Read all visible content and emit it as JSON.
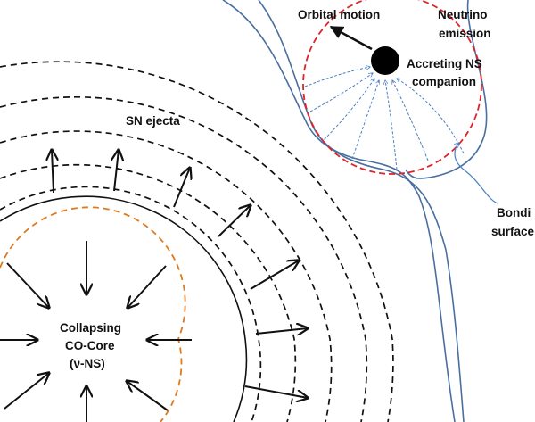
{
  "labels": {
    "orbital_motion": "Orbital motion",
    "neutrino_1": "Neutrino",
    "neutrino_2": "emission",
    "accreting_1": "Accreting NS",
    "accreting_2": "companion",
    "sn_ejecta": "SN ejecta",
    "bondi_1": "Bondi",
    "bondi_2": "surface",
    "core_1": "Collapsing",
    "core_2": "CO-Core",
    "core_3": "(ν-NS)"
  },
  "colors": {
    "ejecta": "#111111",
    "core_boundary": "#e07a1f",
    "bondi_circle": "#e0242a",
    "flow_lines": "#4a7fc4",
    "envelope": "#4a6f9f",
    "neutron_star": "#000000"
  }
}
